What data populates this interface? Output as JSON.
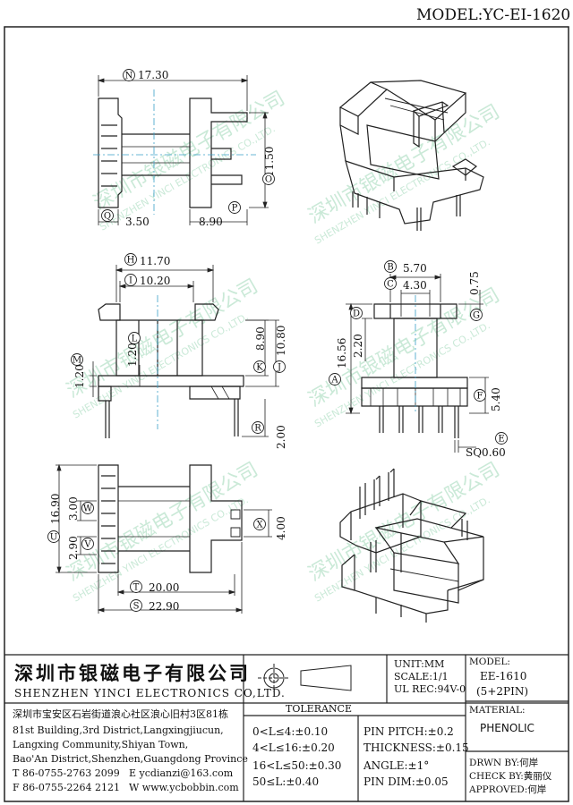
{
  "model_title": "MODEL:YC-EI-1620",
  "watermark": {
    "cn": "深圳市银磁电子有限公司",
    "en": "SHENZHEN YINCI ELECTRONICS CO.,LTD."
  },
  "dims": {
    "N": "17.30",
    "O": "11.50",
    "Q": "3.50",
    "P": "8.90",
    "H": "11.70",
    "I": "10.20",
    "L": "1.20",
    "M": "1.20",
    "K": "8.90",
    "J": "10.80",
    "R": "2.00",
    "B": "5.70",
    "C": "4.30",
    "T075": "0.75",
    "D": "2.20",
    "A": "16.56",
    "F": "5.40",
    "E": "SQ0.60",
    "U": "16.90",
    "W": "3.00",
    "V": "2.90",
    "X": "4.00",
    "T": "20.00",
    "S": "22.90"
  },
  "letters": [
    "N",
    "O",
    "Q",
    "P",
    "H",
    "I",
    "L",
    "M",
    "K",
    "J",
    "R",
    "B",
    "C",
    "G",
    "D",
    "A",
    "F",
    "E",
    "U",
    "W",
    "V",
    "X",
    "T",
    "S"
  ],
  "titleblock": {
    "company_cn": "深圳市银磁电子有限公司",
    "company_en": "SHENZHEN YINCI ELECTRONICS CO,LTD.",
    "unit": "UNIT:MM",
    "scale": "SCALE:1/1",
    "ul": "UL REC:94V-0",
    "model_label": "MODEL:",
    "model_value": "EE-1610",
    "model_pins": "(5+2PIN)",
    "material_label": "MATERIAL:",
    "material_value": "PHENOLIC",
    "address": [
      "深圳市宝安区石岩街道浪心社区浪心旧村3区81栋",
      "81st Building,3rd District,Langxingjiucun,",
      "Langxing Community,Shiyan Town,",
      "Bao'An District,Shenzhen,Guangdong Province"
    ],
    "tel": "T 86-0755-2763 2099",
    "email": "E ycdianzi@163.com",
    "fax": "F 86-0755-2264 2121",
    "web": "W www.ycbobbin.com",
    "tolerance_title": "TOLERANCE",
    "tol_left": [
      "0<L≤4:±0.10",
      "4<L≤16:±0.20",
      "16<L≤50:±0.30",
      "50≤L:±0.40"
    ],
    "tol_right": [
      "PIN PITCH:±0.2",
      "THICKNESS:±0.15",
      "ANGLE:±1°",
      "PIN DIM:±0.05"
    ],
    "drwn": "DRWN BY:何岸",
    "check": "CHECK BY:黄丽仪",
    "approved": "APPROVED:何岸"
  }
}
